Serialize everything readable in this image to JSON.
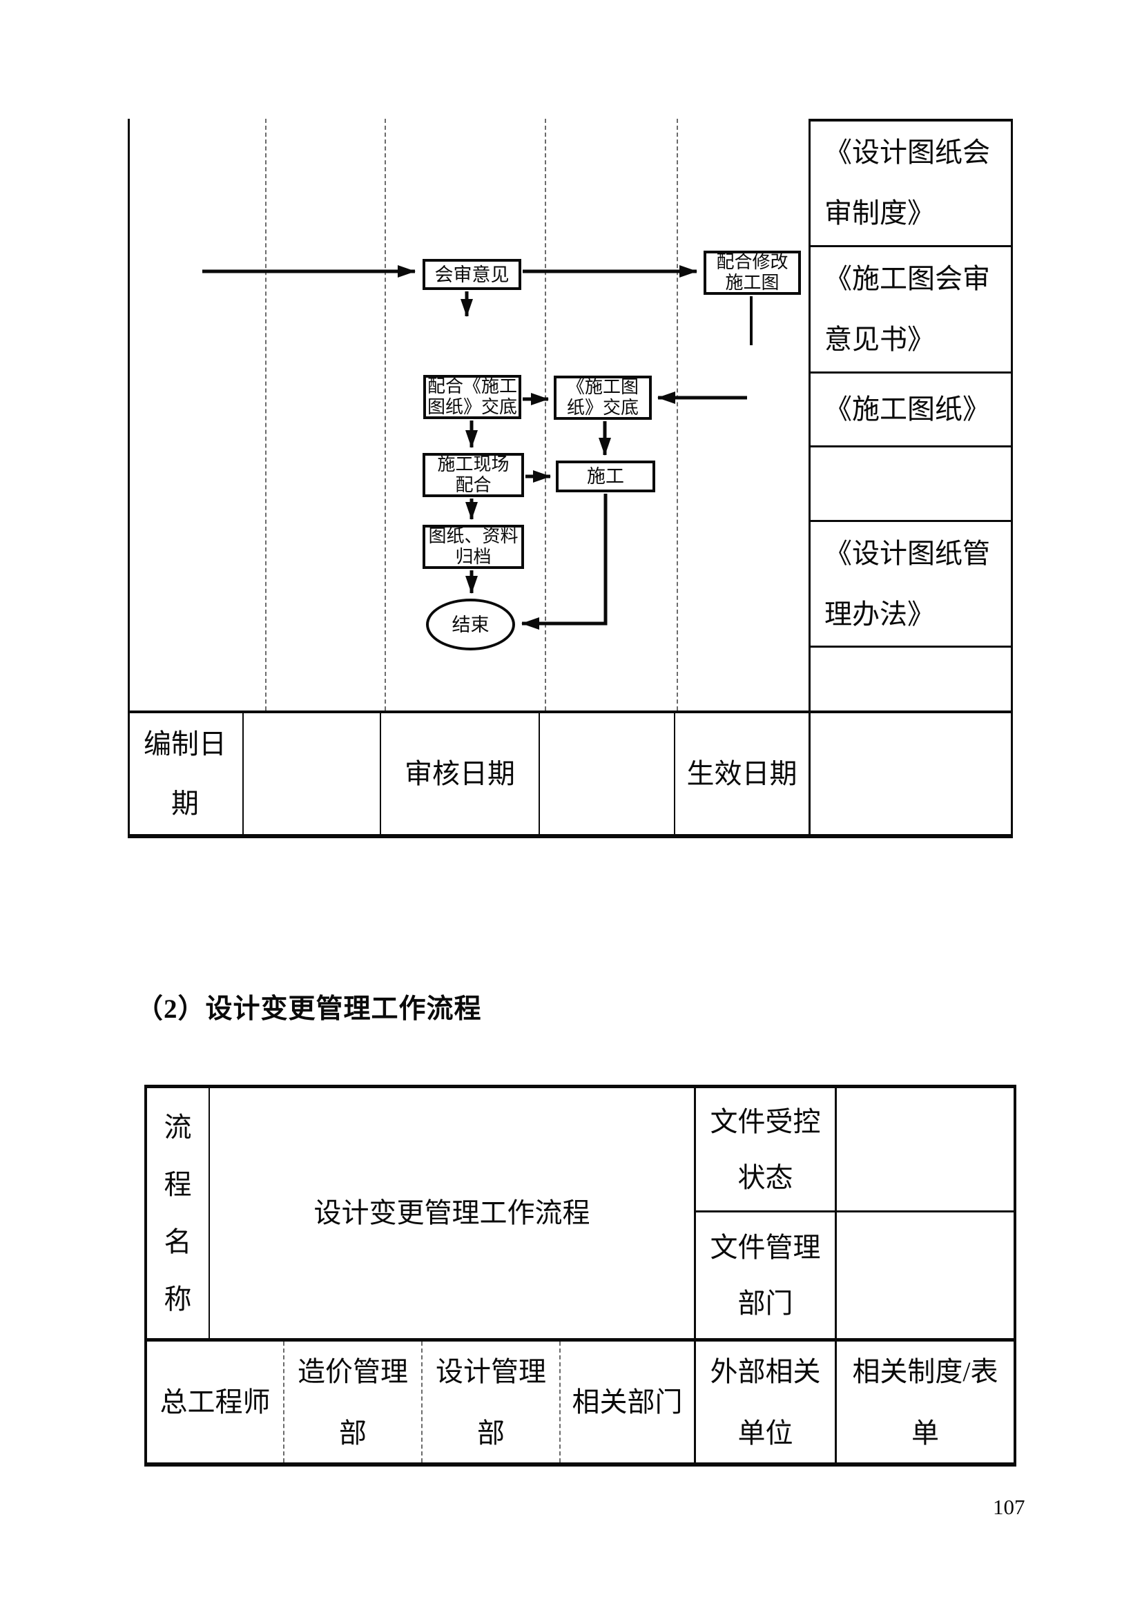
{
  "page_number": "107",
  "heading": "（2）设计变更管理工作流程",
  "flowchart": {
    "nodes": {
      "review_opinion": "会审意见",
      "modify_drawing": "配合修改\n施工图",
      "assist_handover": "配合《施工\n图纸》交底",
      "drawing_handover": "《施工图\n纸》交底",
      "site_cooperation": "施工现场\n配合",
      "construction": "施工",
      "archive": "图纸、资料\n归档",
      "end": "结束"
    },
    "documents": [
      "《设计图纸会\n审制度》",
      "《施工图会审\n意见书》",
      "《施工图纸》",
      "",
      "《设计图纸管\n理办法》",
      ""
    ],
    "footer": [
      "编制日\n期",
      "",
      "审核日期",
      "",
      "生效日期",
      ""
    ]
  },
  "table2": {
    "name_label": "流\n程\n名\n称",
    "title": "设计变更管理工作流程",
    "control_status": "文件受控\n状态",
    "control_status_value": "",
    "managing_dept": "文件管理\n部门",
    "managing_dept_value": "",
    "lanes": [
      "总工程师",
      "造价管理\n部",
      "设计管理\n部",
      "相关部门",
      "外部相关\n单位",
      "相关制度/表\n单"
    ]
  },
  "colors": {
    "ink": "#0a0a0a",
    "paper": "#ffffff",
    "dashed_line": "#6b6b6b"
  }
}
